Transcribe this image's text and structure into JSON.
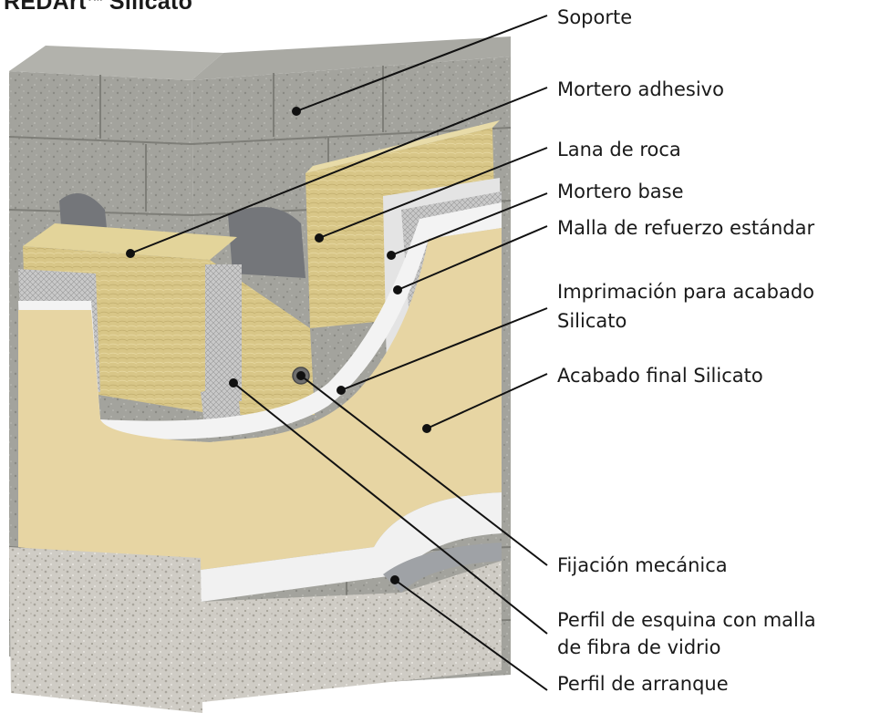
{
  "title": {
    "text": "REDArt",
    "sup": "TM",
    "suffix": " Silicato"
  },
  "callouts": {
    "soporte": "Soporte",
    "mortero_adhesivo": "Mortero adhesivo",
    "lana_de_roca": "Lana de roca",
    "mortero_base": "Mortero base",
    "malla_refuerzo": "Malla de refuerzo estándar",
    "imprimacion_line1": "Imprimación para acabado",
    "imprimacion_line2": "Silicato",
    "acabado_final": "Acabado final Silicato",
    "fijacion": "Fijación mecánica",
    "perfil_esquina_line1": "Perfil de esquina con malla",
    "perfil_esquina_line2": "de fibra de vidrio",
    "perfil_arranque": "Perfil de arranque"
  },
  "colors": {
    "concrete": "#9c9c96",
    "concrete_dark": "#7d7d78",
    "mortar_grey": "#7a7a7a",
    "rockwool": "#d9c88a",
    "render_white": "#eeeeee",
    "mesh": "#bdbdbd",
    "finish": "#e7d5a3",
    "gravel": "#c8c6c0",
    "leader": "#111111"
  }
}
